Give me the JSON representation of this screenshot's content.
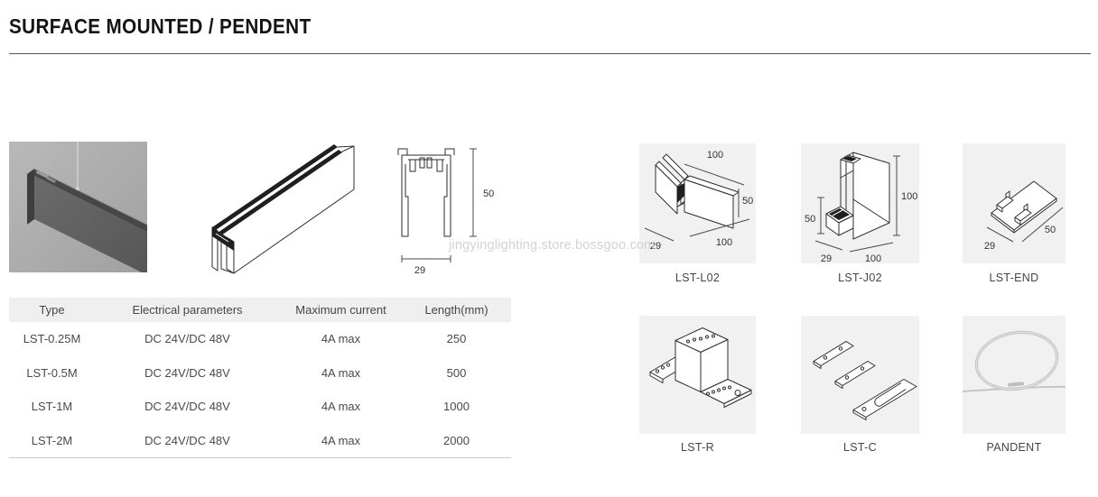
{
  "title": "SURFACE MOUNTED / PENDENT",
  "watermark": "jingyinglighting.store.bossgoo.com",
  "profile": {
    "cross_section": {
      "height": "50",
      "width": "29"
    }
  },
  "table": {
    "headers": [
      "Type",
      "Electrical parameters",
      "Maximum current",
      "Length(mm)"
    ],
    "rows": [
      [
        "LST-0.25M",
        "DC 24V/DC 48V",
        "4A max",
        "250"
      ],
      [
        "LST-0.5M",
        "DC 24V/DC 48V",
        "4A max",
        "500"
      ],
      [
        "LST-1M",
        "DC 24V/DC 48V",
        "4A max",
        "1000"
      ],
      [
        "LST-2M",
        "DC 24V/DC 48V",
        "4A max",
        "2000"
      ]
    ]
  },
  "accessories": {
    "lst_l02": {
      "label": "LST-L02",
      "dim_top": "100",
      "dim_right": "50",
      "dim_bottom": "100",
      "dim_side": "29"
    },
    "lst_j02": {
      "label": "LST-J02",
      "dim_left": "50",
      "dim_right": "100",
      "dim_side": "29",
      "dim_bottom": "100"
    },
    "lst_end": {
      "label": "LST-END",
      "dim_side": "29",
      "dim_bottom": "50"
    },
    "lst_r": {
      "label": "LST-R"
    },
    "lst_c": {
      "label": "LST-C"
    },
    "pendant": {
      "label": "PANDENT"
    }
  },
  "colors": {
    "card_background": "#f1f1f1",
    "table_header_background": "#efefef",
    "line_art": "#2e2e2e",
    "text": "#4a4a4a",
    "watermark": "#d2d2d2"
  }
}
